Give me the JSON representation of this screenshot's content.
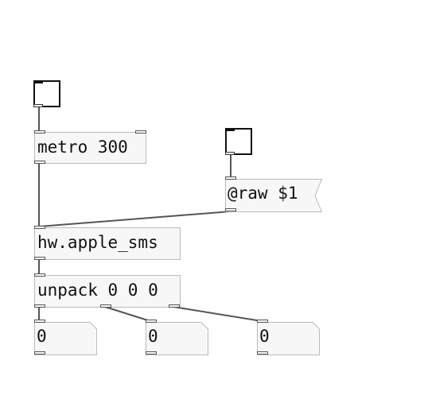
{
  "patch": {
    "objects": {
      "metro": "metro 300",
      "sms": "hw.apple_sms",
      "unpack": "unpack 0 0 0"
    },
    "messages": {
      "raw": "@raw $1"
    },
    "numbers": {
      "x": "0",
      "y": "0",
      "z": "0"
    }
  }
}
